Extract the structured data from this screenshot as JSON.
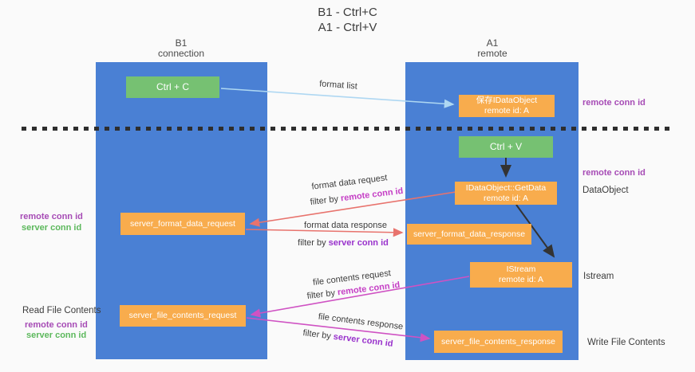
{
  "title": {
    "line1": "B1 - Ctrl+C",
    "line2": "A1 - Ctrl+V"
  },
  "lanes": {
    "left": {
      "name": "B1",
      "role": "connection"
    },
    "right": {
      "name": "A1",
      "role": "remote"
    }
  },
  "nodes": {
    "ctrl_c": {
      "label": "Ctrl + C"
    },
    "ctrl_v": {
      "label": "Ctrl + V"
    },
    "save_idataobject": {
      "line1": "保存IDataObject",
      "line2": "remote id: A"
    },
    "idataobject_getdata": {
      "line1": "IDataObject::GetData",
      "line2": "remote id: A"
    },
    "istream": {
      "line1": "IStream",
      "line2": "remote id: A"
    },
    "server_format_data_request": {
      "label": "server_format_data_request"
    },
    "server_format_data_response": {
      "label": "server_format_data_response"
    },
    "server_file_contents_request": {
      "label": "server_file_contents_request"
    },
    "server_file_contents_response": {
      "label": "server_file_contents_response"
    }
  },
  "side_annotations": {
    "right_remote_conn_id_top": "remote conn id",
    "right_remote_conn_id_mid": "remote conn id",
    "right_dataobject": "DataObject",
    "right_istream": "Istream",
    "right_write_file_contents": "Write File Contents",
    "left_remote_conn_id_mid": "remote conn id",
    "left_server_conn_id_mid": "server conn id",
    "left_read_file_contents": "Read File Contents",
    "left_remote_conn_id_bottom": "remote conn id",
    "left_server_conn_id_bottom": "server conn id"
  },
  "arrow_labels": {
    "format_list": "format list",
    "format_data_request": "format data request",
    "filter_by_1_prefix": "filter by ",
    "filter_by_1_highlight": "remote conn id",
    "format_data_response": "format data response",
    "filter_by_2_prefix": "filter by ",
    "filter_by_2_highlight": "server conn id",
    "file_contents_request": "file contents request",
    "filter_by_3_prefix": "filter by ",
    "filter_by_3_highlight": "remote conn id",
    "file_contents_response": "file contents response",
    "filter_by_4_prefix": "filter by ",
    "filter_by_4_highlight": "server conn id"
  },
  "colors": {
    "background": "#fafafa",
    "lane_blue": "#4a80d4",
    "node_orange": "#f8ac4d",
    "node_green": "#76c172",
    "arrow_light_blue": "#aed7f2",
    "arrow_salmon": "#e8736d",
    "arrow_magenta": "#cf52c3",
    "arrow_black": "#333333",
    "dashed_line": "#2e2e2e",
    "text_purple": "#a64bb5",
    "text_green": "#5cb85c",
    "highlight_magenta": "#c53ec5",
    "highlight_purple": "#9932cc"
  }
}
